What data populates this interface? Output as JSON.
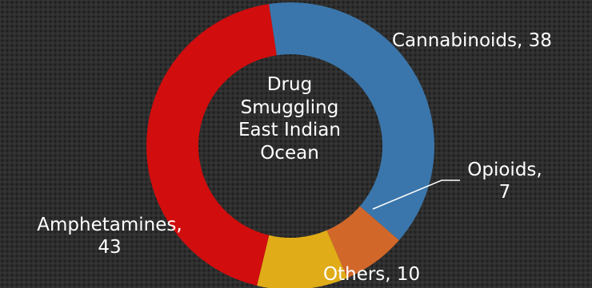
{
  "chart_data": {
    "type": "pie",
    "style": "donut",
    "center_title": [
      "Drug",
      "Smuggling",
      "East Indian",
      "Ocean"
    ],
    "slices": [
      {
        "label": "Cannabinoids",
        "value": 38,
        "color": "#3a76ab",
        "display": [
          "Cannabinoids, 38"
        ]
      },
      {
        "label": "Opioids",
        "value": 7,
        "color": "#d2672a",
        "display": [
          "Opioids,",
          "7"
        ]
      },
      {
        "label": "Others",
        "value": 10,
        "color": "#e0ac18",
        "display": [
          "Others, 10"
        ]
      },
      {
        "label": "Amphetamines",
        "value": 43,
        "color": "#d20d0d",
        "display": [
          "Amphetamines,",
          "43"
        ]
      }
    ],
    "legend": "none",
    "background": "#2e2e2e",
    "text_color": "#ffffff"
  }
}
